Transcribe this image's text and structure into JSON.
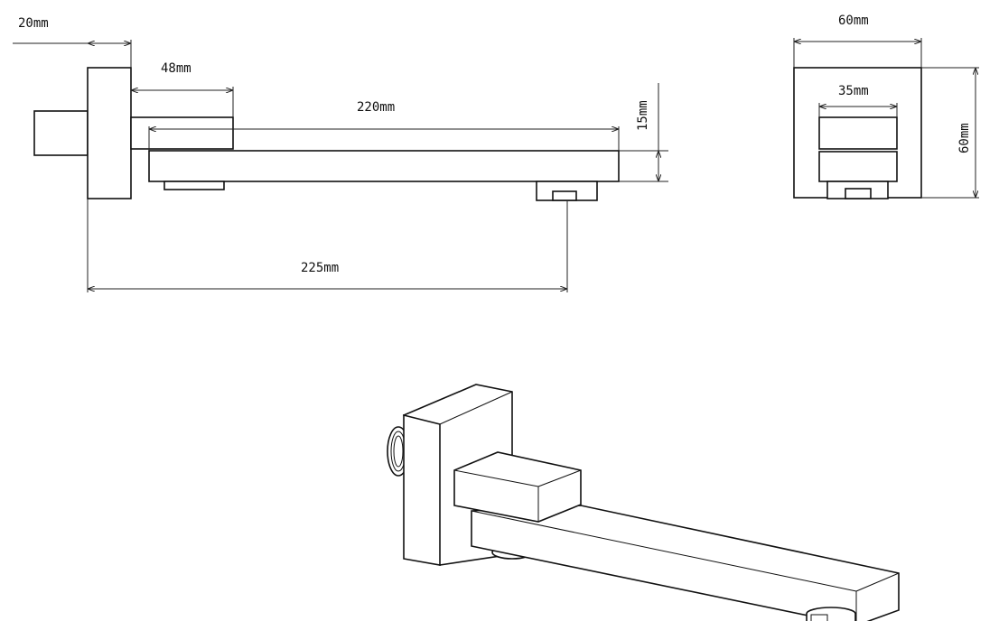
{
  "drawing": {
    "title": "Wall-mounted square bath spout technical drawing",
    "side_view": {
      "flange_thickness": "20mm",
      "collar_length": "48mm",
      "spout_length": "220mm",
      "spout_height": "15mm",
      "total_projection": "225mm"
    },
    "front_view": {
      "flange_width": "60mm",
      "spout_width": "35mm",
      "flange_height": "60mm"
    },
    "line_color": "#111111"
  }
}
